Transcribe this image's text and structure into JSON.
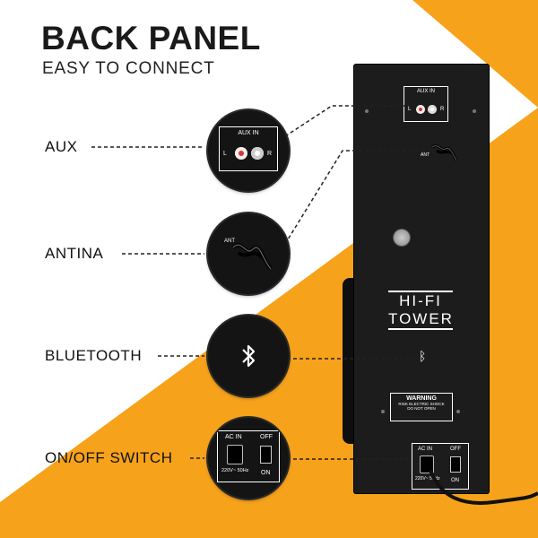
{
  "header": {
    "title": "BACK PANEL",
    "subtitle": "EASY TO CONNECT"
  },
  "labels": {
    "aux": "AUX",
    "antina": "ANTINA",
    "bluetooth": "BLUETOOTH",
    "switch": "ON/OFF SWITCH"
  },
  "panel": {
    "aux_in": "AUX IN",
    "aux_l": "L",
    "aux_r": "R",
    "antenna_tag": "ANT",
    "logo_line1": "HI-FI",
    "logo_line2": "TOWER",
    "warning_title": "WARNING",
    "warning_line1": "RISK ELECTRIC SHOCK",
    "warning_line2": "DO NOT OPEN",
    "ac_in": "AC IN",
    "off": "OFF",
    "on": "ON",
    "voltage": "220V~ 50Hz"
  },
  "colors": {
    "accent": "#f7a21b",
    "panel": "#1c1c1c",
    "text": "#1a1a1a"
  },
  "icons": {
    "bluetooth": "bluetooth-icon"
  }
}
